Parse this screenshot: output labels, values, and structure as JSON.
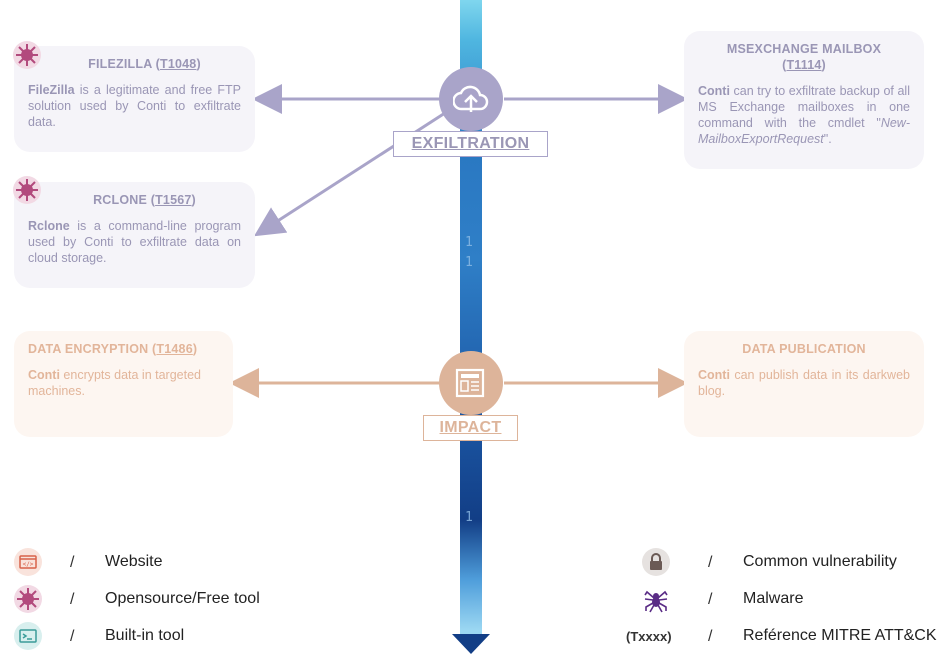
{
  "colors": {
    "purple": "#a9a4c9",
    "purple_text": "#9a96b5",
    "peach": "#ddb49a",
    "peach_text": "#e2b59a",
    "spine_dark": "#123e86",
    "spine_light": "#7fd6ee"
  },
  "spine_digits": [
    "1",
    "1",
    "1"
  ],
  "exfiltration": {
    "label": "EXFILTRATION",
    "icon": "cloud-upload-icon",
    "cards": {
      "filezilla": {
        "title": "FILEZILLA (",
        "code": "T1048",
        "title_end": ")",
        "lead": "FileZilla",
        "body": " is a legitimate and free FTP solution used by Conti to exfiltrate data.",
        "icon": "virus-icon"
      },
      "rclone": {
        "title": "RCLONE (",
        "code": "T1567",
        "title_end": ")",
        "lead": "Rclone",
        "body": " is a command-line program used by Conti to exfiltrate data on cloud storage.",
        "icon": "virus-icon"
      },
      "msexchange": {
        "title": "MSEXCHANGE MAILBOX",
        "code": "T1114",
        "title_open": "(",
        "title_end": ")",
        "lead": "Conti",
        "body": " can try to exfiltrate backup of all MS Exchange mailboxes in one command with the cmdlet \"",
        "cmd": "New-MailboxExportRequest",
        "body_end": "\"."
      }
    }
  },
  "impact": {
    "label": "IMPACT",
    "icon": "newspaper-icon",
    "cards": {
      "encryption": {
        "title": "DATA ENCRYPTION (",
        "code": "T1486",
        "title_end": ")",
        "lead": "Conti",
        "body": " encrypts data in targeted machines."
      },
      "publication": {
        "title": "DATA PUBLICATION",
        "lead": "Conti",
        "body": " can publish data in its darkweb blog."
      }
    }
  },
  "legend": {
    "left": [
      {
        "icon": "website-icon",
        "slash": "/",
        "label": "Website"
      },
      {
        "icon": "virus-icon",
        "slash": "/",
        "label": "Opensource/Free tool"
      },
      {
        "icon": "terminal-icon",
        "slash": "/",
        "label": "Built-in tool"
      }
    ],
    "right": [
      {
        "icon": "padlock-icon",
        "slash": "/",
        "label": "Common vulnerability"
      },
      {
        "icon": "spider-icon",
        "slash": "/",
        "label": "Malware"
      },
      {
        "icon_text": "(Txxxx)",
        "slash": "/",
        "label": "Reférence MITRE ATT&CK"
      }
    ]
  }
}
